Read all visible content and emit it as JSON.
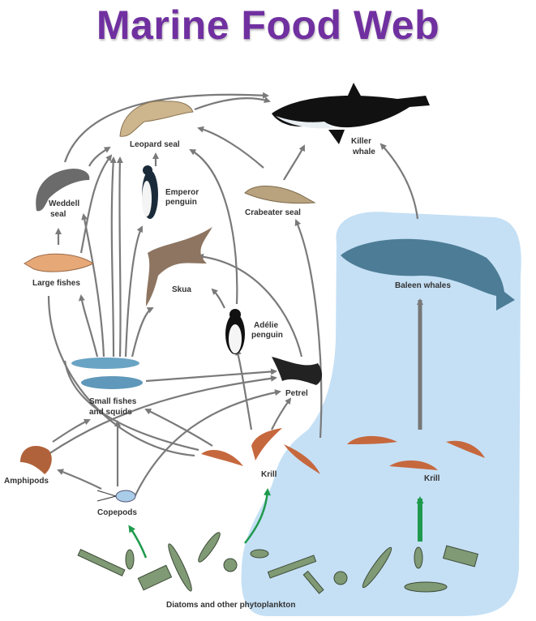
{
  "title": "Marine Food Web",
  "colors": {
    "title": "#7030a0",
    "water": "#c5e0f5",
    "arrow": "#7a7a7a",
    "producer_arrow": "#1f9a4c"
  },
  "organisms": {
    "killer_whale": [
      "Killer",
      "whale"
    ],
    "leopard_seal": "Leopard seal",
    "emperor_penguin": [
      "Emperor",
      "penguin"
    ],
    "weddell_seal": [
      "Weddell",
      "seal"
    ],
    "crabeater_seal": "Crabeater seal",
    "large_fishes": "Large fishes",
    "skua": "Skua",
    "baleen_whales": "Baleen whales",
    "adelie_penguin": [
      "Adélie",
      "penguin"
    ],
    "small_fishes": [
      "Small fishes",
      "and squids"
    ],
    "petrel": "Petrel",
    "amphipods": "Amphipods",
    "krill_left": "Krill",
    "krill_right": "Krill",
    "copepods": "Copepods",
    "phytoplankton": "Diatoms and other phytoplankton"
  }
}
